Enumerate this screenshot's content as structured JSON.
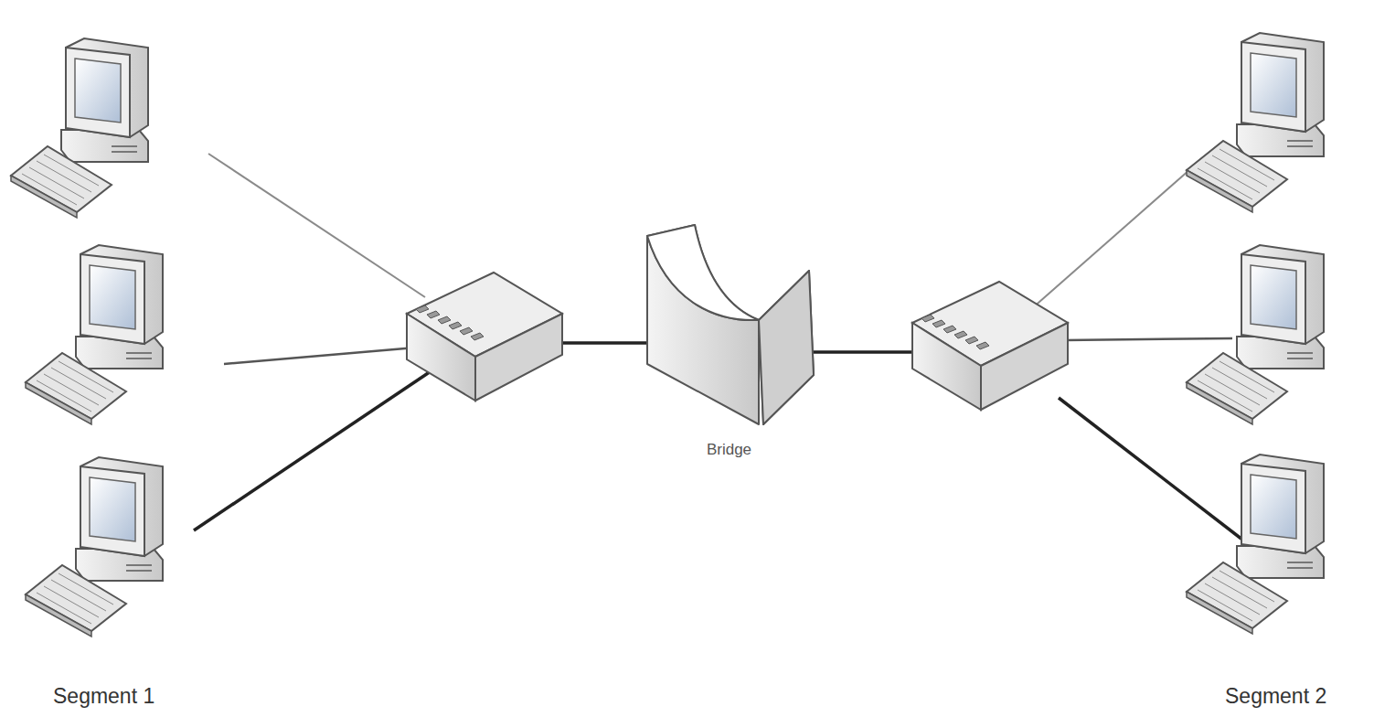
{
  "diagram": {
    "nodes": [
      {
        "text": [
          "Bridge"
        ]
      }
    ],
    "labels": [
      "Segment 1",
      "Segment 2"
    ]
  }
}
